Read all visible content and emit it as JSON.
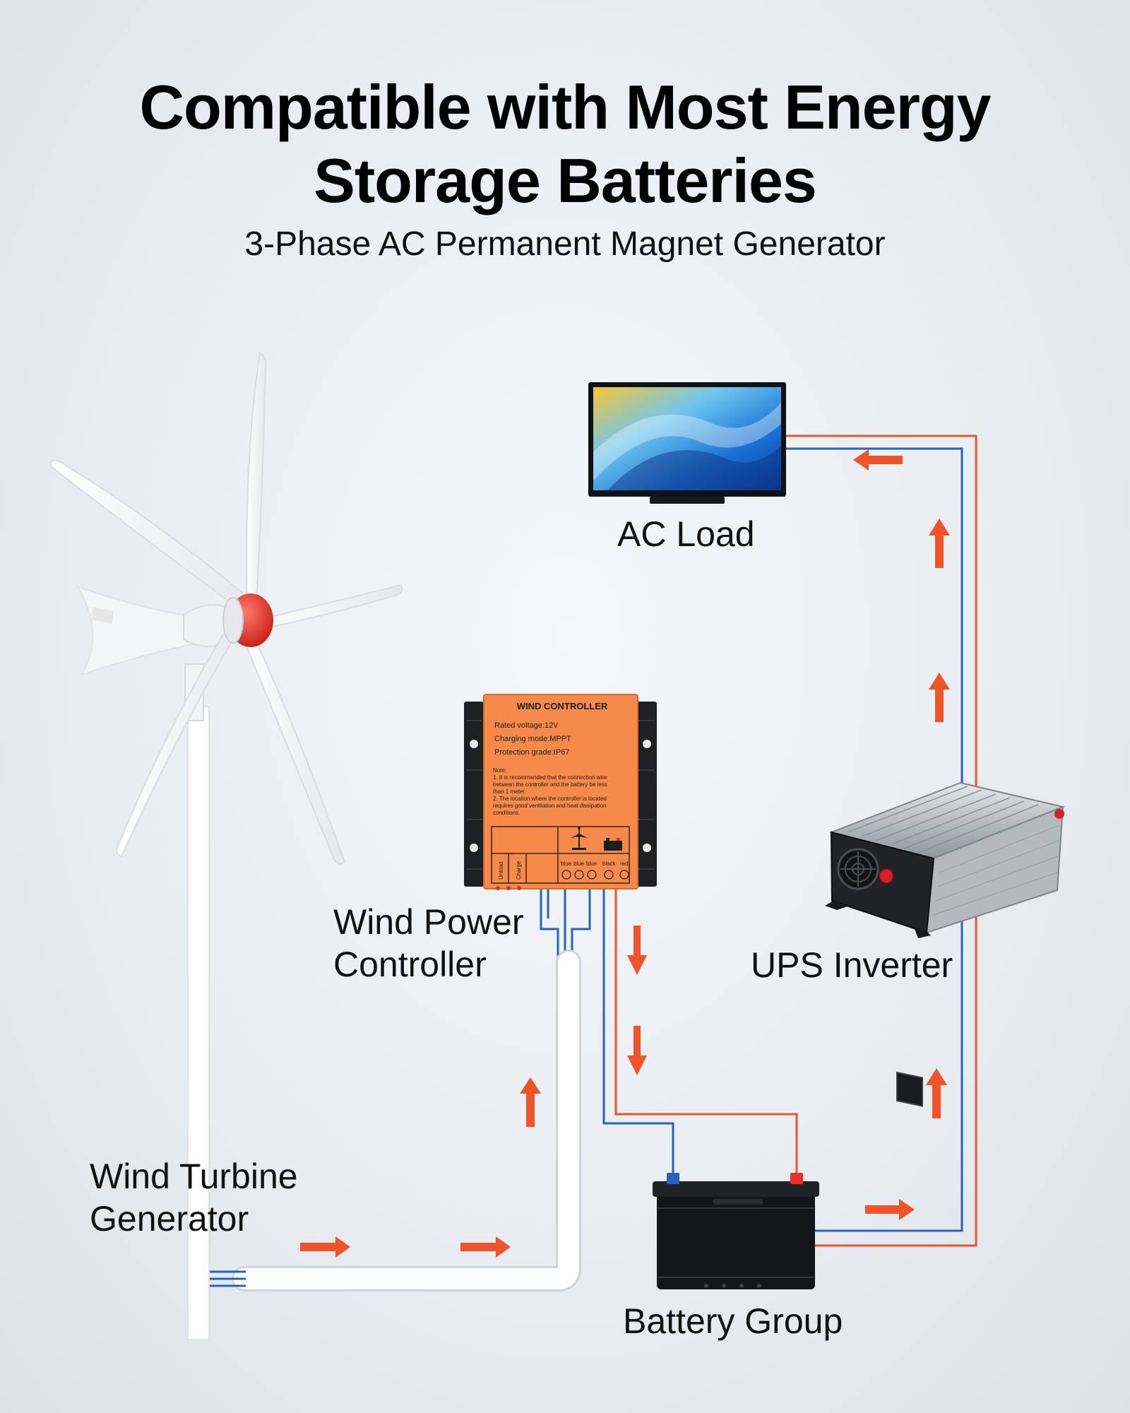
{
  "header": {
    "title_line1": "Compatible with Most Energy",
    "title_line2": "Storage Batteries",
    "subtitle": "3-Phase AC Permanent Magnet Generator"
  },
  "components": {
    "ac_load": "AC Load",
    "controller_line1": "Wind Power",
    "controller_line2": "Controller",
    "inverter": "UPS Inverter",
    "turbine_line1": "Wind Turbine",
    "turbine_line2": "Generator",
    "battery": "Battery Group"
  },
  "controller_panel": {
    "title": "WIND CONTROLLER",
    "spec1": "Rated voltage:12V",
    "spec2": "Charging mode:MPPT",
    "spec3": "Protection grade:IP67",
    "note_title": "Note:",
    "note1": "1. It is recommended that the connection wire",
    "note2": "between the controller and the battery be less",
    "note3": "than 1 meter.",
    "note4": "2. The location where the controller is located",
    "note5": "requires good ventilation and heat dissipation",
    "note6": "conditions.",
    "unload": "Unload",
    "charge": "Charge",
    "term_blue1": "blue",
    "term_blue2": "blue",
    "term_blue3": "blue",
    "term_black": "black",
    "term_red": "red"
  },
  "colors": {
    "positive_wire": "#f0522a",
    "negative_wire": "#2a62b8",
    "arrow": "#f0522a",
    "controller_body": "#f58a4b",
    "hub": "#e8322a"
  }
}
